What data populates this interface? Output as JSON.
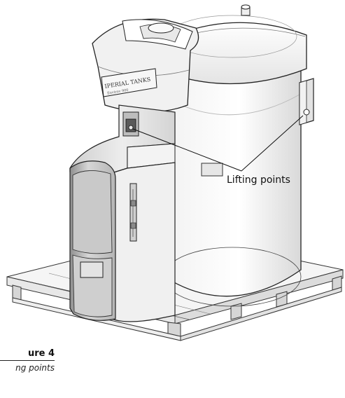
{
  "figure": {
    "title": "ure 4",
    "subtitle": "ng points"
  },
  "callout": {
    "label": "Lifting points"
  },
  "product": {
    "brand_plate": "IPERIAL TANKS",
    "brand_subtext": "Envirov 900"
  }
}
